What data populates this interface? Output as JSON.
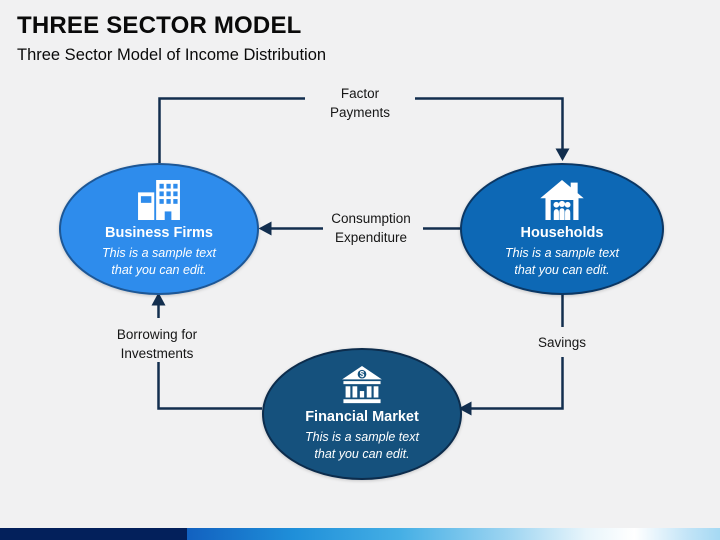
{
  "slide": {
    "title": "THREE SECTOR MODEL",
    "subtitle": "Three Sector Model of Income Distribution"
  },
  "nodes": {
    "business_firms": {
      "title": "Business Firms",
      "sample_line1": "This is a sample text",
      "sample_line2": "that you can edit.",
      "icon": "office-building-icon"
    },
    "households": {
      "title": "Households",
      "sample_line1": "This is a sample text",
      "sample_line2": "that you can edit.",
      "icon": "house-family-icon"
    },
    "financial_market": {
      "title": "Financial Market",
      "sample_line1": "This is a sample text",
      "sample_line2": "that you can edit.",
      "icon": "bank-icon",
      "icon_dollar_glyph": "$"
    }
  },
  "flows": {
    "factor_payments": {
      "line1": "Factor",
      "line2": "Payments",
      "from": "Business Firms",
      "to": "Households"
    },
    "consumption_expenditure": {
      "line1": "Consumption",
      "line2": "Expenditure",
      "from": "Households",
      "to": "Business Firms"
    },
    "borrowing_for_investments": {
      "line1": "Borrowing for",
      "line2": "Investments",
      "from": "Financial Market",
      "to": "Business Firms"
    },
    "savings": {
      "line1": "Savings",
      "from": "Households",
      "to": "Financial Market"
    }
  },
  "colors": {
    "background": "#F1F1F2",
    "connector": "#122E4E",
    "business_firms_fill": "#2E8CEC",
    "business_firms_border": "#1D5796",
    "households_fill": "#0D68B5",
    "households_border": "#0B3764",
    "financial_market_fill": "#15517D",
    "financial_market_border": "#0C2C4C",
    "bar_navy": "#03205B",
    "bar_blue": "#1261C0"
  }
}
